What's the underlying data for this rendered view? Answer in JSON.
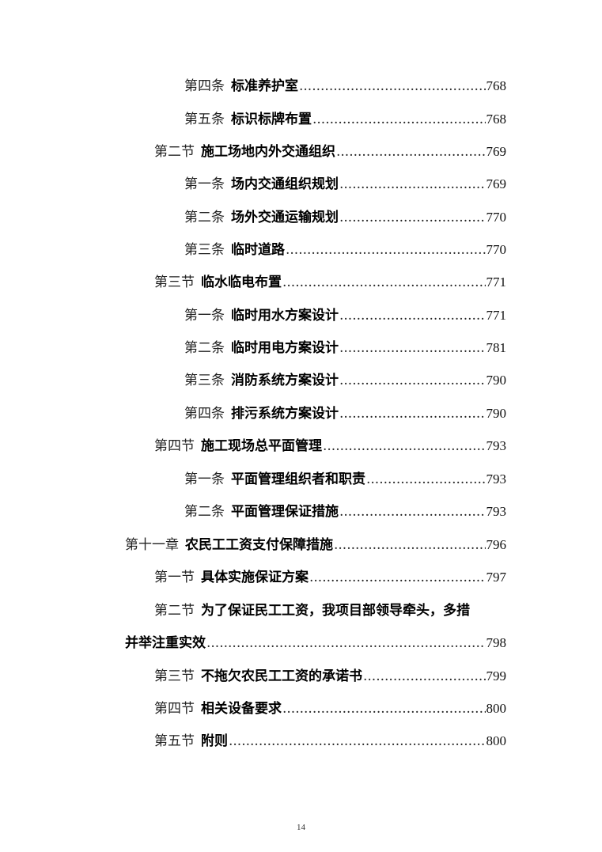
{
  "toc": {
    "entries": [
      {
        "prefix": "第四条",
        "title": "标准养护室",
        "page": "768",
        "level": 3
      },
      {
        "prefix": "第五条",
        "title": "标识标牌布置",
        "page": "768",
        "level": 3
      },
      {
        "prefix": "第二节",
        "title": "施工场地内外交通组织",
        "page": "769",
        "level": 2
      },
      {
        "prefix": "第一条",
        "title": "场内交通组织规划",
        "page": "769",
        "level": 3
      },
      {
        "prefix": "第二条",
        "title": "场外交通运输规划",
        "page": "770",
        "level": 3
      },
      {
        "prefix": "第三条",
        "title": "临时道路",
        "page": "770",
        "level": 3
      },
      {
        "prefix": "第三节",
        "title": "临水临电布置",
        "page": "771",
        "level": 2
      },
      {
        "prefix": "第一条",
        "title": "临时用水方案设计",
        "page": "771",
        "level": 3
      },
      {
        "prefix": "第二条",
        "title": "临时用电方案设计",
        "page": "781",
        "level": 3
      },
      {
        "prefix": "第三条",
        "title": "消防系统方案设计",
        "page": "790",
        "level": 3
      },
      {
        "prefix": "第四条",
        "title": "排污系统方案设计",
        "page": "790",
        "level": 3
      },
      {
        "prefix": "第四节",
        "title": "施工现场总平面管理",
        "page": "793",
        "level": 2
      },
      {
        "prefix": "第一条",
        "title": "平面管理组织者和职责",
        "page": "793",
        "level": 3
      },
      {
        "prefix": "第二条",
        "title": "平面管理保证措施",
        "page": "793",
        "level": 3
      },
      {
        "prefix": "第十一章",
        "title": "农民工工资支付保障措施",
        "page": "796",
        "level": 1
      },
      {
        "prefix": "第一节",
        "title": "具体实施保证方案",
        "page": "797",
        "level": 2
      },
      {
        "prefix": "第二节",
        "title": "为了保证民工工资，我项目部领导牵头，多措",
        "title_cont": "并举注重实效",
        "page": "798",
        "level": 2
      },
      {
        "prefix": "第三节",
        "title": "不拖欠农民工工资的承诺书",
        "page": "799",
        "level": 2
      },
      {
        "prefix": "第四节",
        "title": "相关设备要求",
        "page": "800",
        "level": 2
      },
      {
        "prefix": "第五节",
        "title": "附则",
        "page": "800",
        "level": 2
      }
    ]
  },
  "footer": {
    "page_number": "14"
  }
}
